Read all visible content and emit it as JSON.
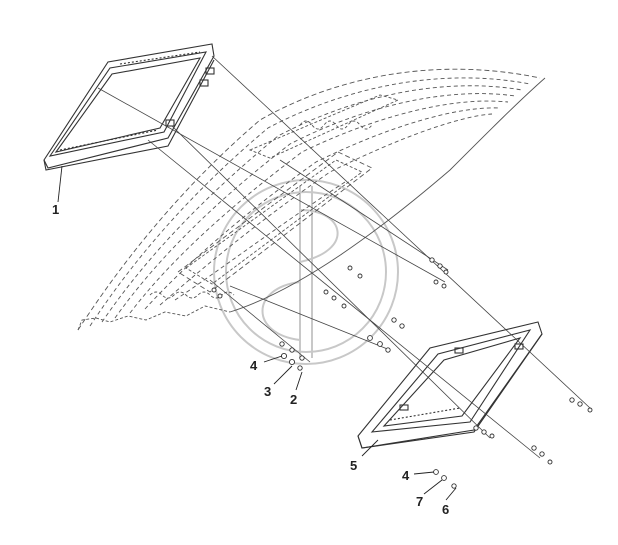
{
  "diagram": {
    "callouts": [
      {
        "id": "c1",
        "label": "1"
      },
      {
        "id": "c4a",
        "label": "4"
      },
      {
        "id": "c3",
        "label": "3"
      },
      {
        "id": "c2",
        "label": "2"
      },
      {
        "id": "c5",
        "label": "5"
      },
      {
        "id": "c4b",
        "label": "4"
      },
      {
        "id": "c7",
        "label": "7"
      },
      {
        "id": "c6",
        "label": "6"
      }
    ],
    "colors": {
      "line": "#333333",
      "watermark": "#bdbdbd",
      "background": "#ffffff"
    }
  }
}
